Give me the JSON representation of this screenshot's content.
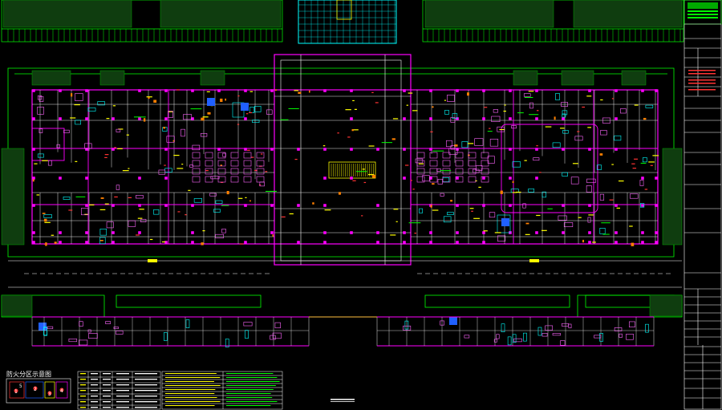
{
  "colors": {
    "background": "#000000",
    "magenta": "#ff00ff",
    "green": "#00ff00",
    "cyan": "#00ffff",
    "yellow": "#ffff00",
    "white": "#ffffff",
    "red": "#ff0000",
    "blue": "#0000ff",
    "orange": "#ff8000"
  },
  "legend": {
    "title": "防火分区示意图",
    "zones": [
      "1",
      "2",
      "3",
      "4",
      "5"
    ]
  }
}
